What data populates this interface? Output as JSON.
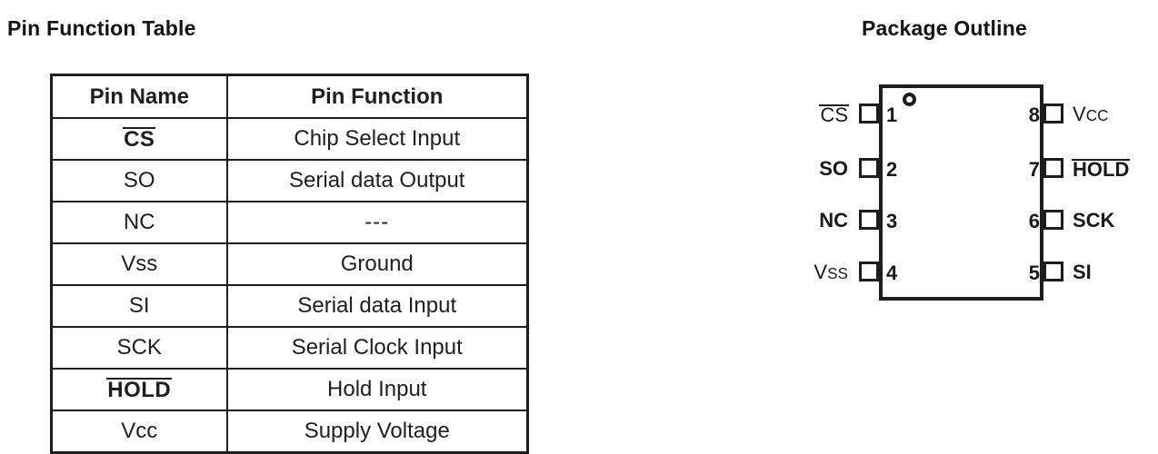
{
  "table_section": {
    "title": "Pin Function Table",
    "columns": [
      "Pin Name",
      "Pin Function"
    ],
    "rows": [
      {
        "pin_name": "CS",
        "overline": true,
        "pin_function": "Chip Select Input"
      },
      {
        "pin_name": "SO",
        "overline": false,
        "pin_function": "Serial data Output"
      },
      {
        "pin_name": "NC",
        "overline": false,
        "pin_function": "---"
      },
      {
        "pin_name": "Vss",
        "overline": false,
        "pin_function": "Ground"
      },
      {
        "pin_name": "SI",
        "overline": false,
        "pin_function": "Serial data Input"
      },
      {
        "pin_name": "SCK",
        "overline": false,
        "pin_function": "Serial Clock Input"
      },
      {
        "pin_name": "HOLD",
        "overline": true,
        "pin_function": "Hold Input"
      },
      {
        "pin_name": "Vcc",
        "overline": false,
        "pin_function": "Supply Voltage"
      }
    ]
  },
  "package_section": {
    "title": "Package Outline",
    "pin1_marker": "pin1-dot-marker",
    "left_pins": [
      {
        "number": "1",
        "label": "CS",
        "overline": true
      },
      {
        "number": "2",
        "label": "SO",
        "overline": false
      },
      {
        "number": "3",
        "label": "NC",
        "overline": false
      },
      {
        "number": "4",
        "label_v": "V",
        "label_sub": "SS",
        "label": "Vss",
        "overline": false
      }
    ],
    "right_pins": [
      {
        "number": "8",
        "label_v": "V",
        "label_sub": "CC",
        "label": "Vcc",
        "overline": false
      },
      {
        "number": "7",
        "label": "HOLD",
        "overline": true
      },
      {
        "number": "6",
        "label": "SCK",
        "overline": false
      },
      {
        "number": "5",
        "label": "SI",
        "overline": false
      }
    ]
  },
  "colors": {
    "ink": "#1d1d1d",
    "background": "#ffffff"
  }
}
